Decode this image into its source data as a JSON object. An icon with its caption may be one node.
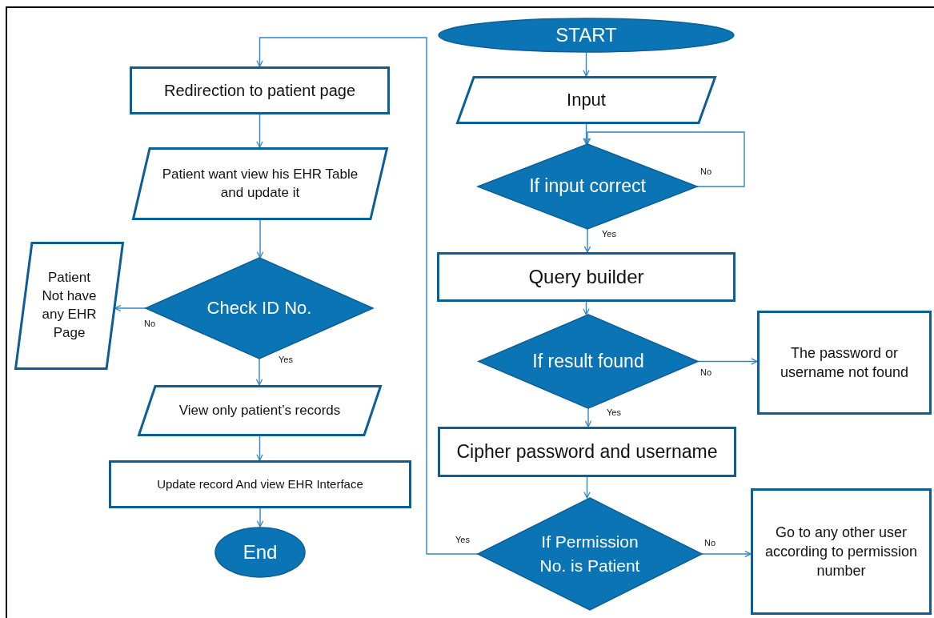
{
  "diagram": {
    "nodes": [
      {
        "text": [
          "START"
        ]
      },
      {
        "text": [
          "Input"
        ]
      },
      {
        "text": [
          "If input correct"
        ]
      },
      {
        "text": [
          "Query builder"
        ]
      },
      {
        "text": [
          "If result found"
        ]
      },
      {
        "text": [
          "The password or username not found"
        ]
      },
      {
        "text": [
          "Cipher password and username"
        ]
      },
      {
        "text": [
          "If Permission No. is Patient"
        ]
      },
      {
        "text": [
          "Go to any other user according to permission number"
        ]
      },
      {
        "text": [
          "Redirection to patient page"
        ]
      },
      {
        "text": [
          "Patient want view his EHR Table and update it"
        ]
      },
      {
        "text": [
          "Check ID No."
        ]
      },
      {
        "text": [
          "Patient Not have any EHR Page"
        ]
      },
      {
        "text": [
          "View only patient’s records"
        ]
      },
      {
        "text": [
          "Update record And view EHR Interface"
        ]
      },
      {
        "text": [
          "End"
        ]
      }
    ],
    "edges": [
      {
        "from": 0,
        "to": 1,
        "arrow": "to"
      },
      {
        "from": 1,
        "to": 2,
        "arrow": "to"
      },
      {
        "from": 2,
        "to": 2,
        "arrow": "to",
        "label": "No"
      },
      {
        "from": 2,
        "to": 3,
        "arrow": "to",
        "label": "Yes"
      },
      {
        "from": 3,
        "to": 4,
        "arrow": "to"
      },
      {
        "from": 4,
        "to": 5,
        "arrow": "to",
        "label": "No"
      },
      {
        "from": 4,
        "to": 6,
        "arrow": "to",
        "label": "Yes"
      },
      {
        "from": 6,
        "to": 7,
        "arrow": "to"
      },
      {
        "from": 7,
        "to": 8,
        "arrow": "to",
        "label": "No"
      },
      {
        "from": 7,
        "to": 9,
        "arrow": "to",
        "label": "Yes"
      },
      {
        "from": 9,
        "to": 10,
        "arrow": "to"
      },
      {
        "from": 10,
        "to": 11,
        "arrow": "to"
      },
      {
        "from": 11,
        "to": 12,
        "arrow": "to",
        "label": "No"
      },
      {
        "from": 11,
        "to": 13,
        "arrow": "to",
        "label": "Yes"
      },
      {
        "from": 13,
        "to": 14,
        "arrow": "to"
      },
      {
        "from": 14,
        "to": 15,
        "arrow": "to"
      }
    ]
  }
}
